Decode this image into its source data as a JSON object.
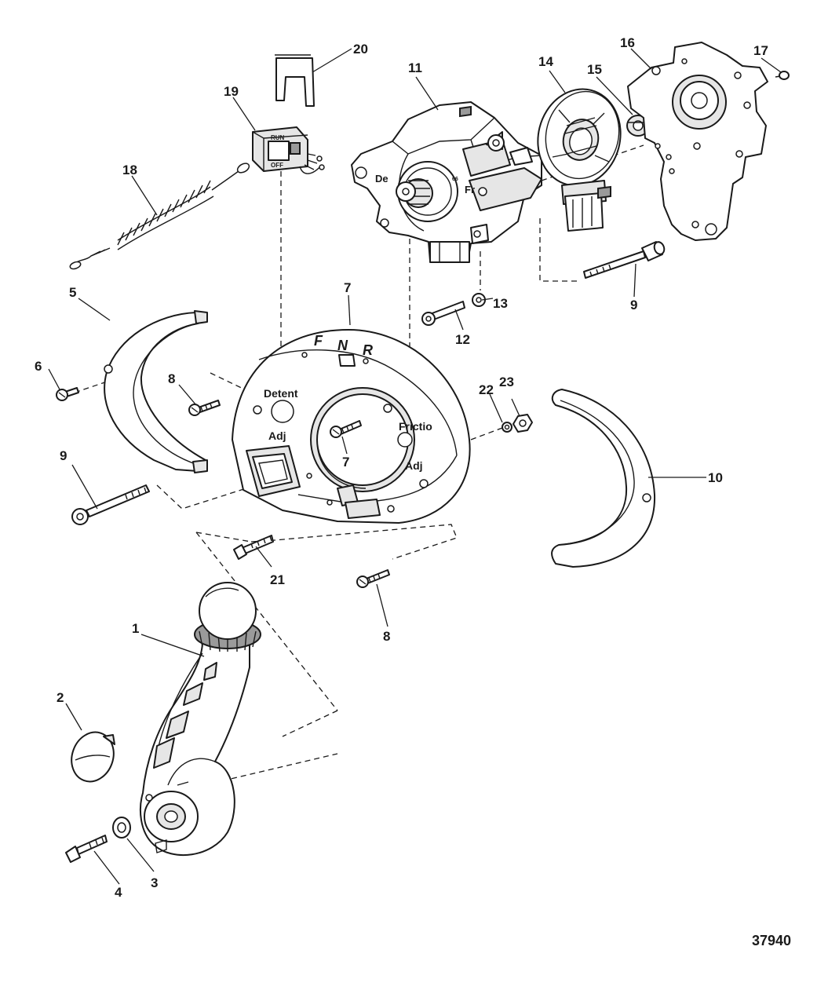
{
  "figure_number": "37940",
  "callouts": [
    "1",
    "2",
    "3",
    "4",
    "5",
    "6",
    "7",
    "7",
    "8",
    "8",
    "9",
    "9",
    "10",
    "11",
    "12",
    "13",
    "14",
    "15",
    "16",
    "17",
    "18",
    "19",
    "20",
    "21",
    "22",
    "23"
  ],
  "housing_markings": {
    "forward": "F",
    "neutral": "N",
    "reverse": "R",
    "detent": "Detent",
    "friction": "Frictio",
    "adj_left": "Adj",
    "adj_right": "Adj"
  },
  "module_markings": {
    "de": "De",
    "fr": "Fr",
    "code": "66"
  },
  "switch_markings": {
    "run": "RUN",
    "off": "OFF"
  }
}
